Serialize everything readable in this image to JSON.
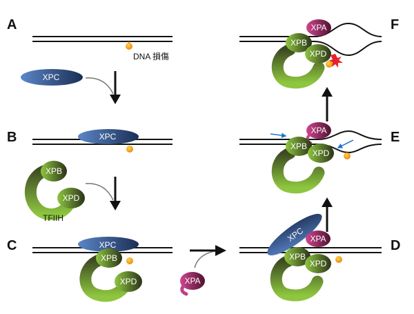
{
  "panels": [
    "A",
    "B",
    "C",
    "D",
    "E",
    "F"
  ],
  "labels": {
    "xpc": "XPC",
    "xpb": "XPB",
    "xpd": "XPD",
    "xpa": "XPA",
    "tfiih": "TFIIH",
    "damage": "DNA 損傷"
  },
  "colors": {
    "xpc_light": "#5b86c7",
    "xpc_dark": "#203c6a",
    "tfiih_light": "#8ec63f",
    "tfiih_dark": "#303a1d",
    "xpa_light": "#d0458f",
    "xpa_dark": "#5a1438",
    "damage": "#f7a21b",
    "lesion_star": "#e8202a",
    "helicase_arrow": "#1d74c8",
    "dna": "#111111"
  }
}
